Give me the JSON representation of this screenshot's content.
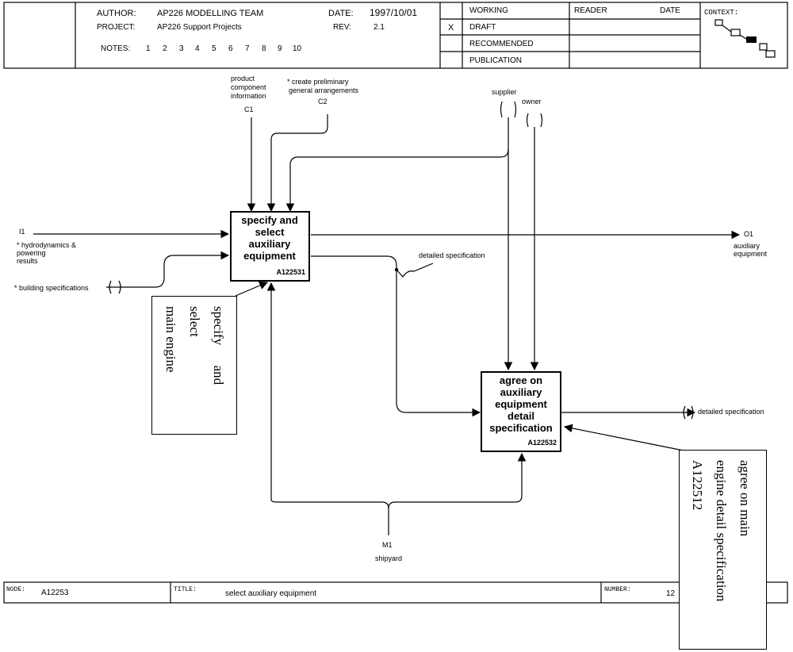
{
  "header": {
    "author_label": "AUTHOR:",
    "author": "AP226  MODELLING TEAM",
    "project_label": "PROJECT:",
    "project": "AP226 Support Projects",
    "notes_label": "NOTES:",
    "notes": [
      "1",
      "2",
      "3",
      "4",
      "5",
      "6",
      "7",
      "8",
      "9",
      "10"
    ],
    "date_label": "DATE:",
    "date": "1997/10/01",
    "rev_label": "REV:",
    "rev": "2.1",
    "status_rows": [
      "WORKING",
      "DRAFT",
      "RECOMMENDED",
      "PUBLICATION"
    ],
    "status_mark": "X",
    "reader_label": "READER",
    "reader_date_label": "DATE",
    "context_label": "CONTEXT:"
  },
  "footer": {
    "node_label": "NODE:",
    "node": "A12253",
    "title_label": "TITLE:",
    "title": "select auxiliary equipment",
    "number_label": "NUMBER:",
    "number": "12"
  },
  "diagram": {
    "box1": {
      "lines": [
        "specify and",
        "select",
        "auxiliary",
        "equipment"
      ],
      "id": "A122531"
    },
    "box2": {
      "lines": [
        "agree on",
        "auxiliary",
        "equipment",
        "detail",
        "specification"
      ],
      "id": "A122532"
    },
    "c1_lines": [
      "product",
      "component",
      "information"
    ],
    "c1": "C1",
    "c2_lines": [
      "* create preliminary",
      "general arrangements"
    ],
    "c2": "C2",
    "supplier": "supplier",
    "owner": "owner",
    "i1": "I1",
    "i1_lines": [
      "* hydrodynamics &",
      "powering",
      "results"
    ],
    "building_spec": "* building specifications",
    "o1": "O1",
    "o1_lines": [
      "auxiliary",
      "equipment"
    ],
    "detailed_spec_mid": "detailed specification",
    "detailed_spec_out": "detailed specification",
    "m1": "M1",
    "shipyard": "shipyard"
  },
  "notes_overlay": {
    "note1": "specify      and\nselect\nmain engine",
    "note2": "agree on main\nengine detail specification\nA122512"
  }
}
